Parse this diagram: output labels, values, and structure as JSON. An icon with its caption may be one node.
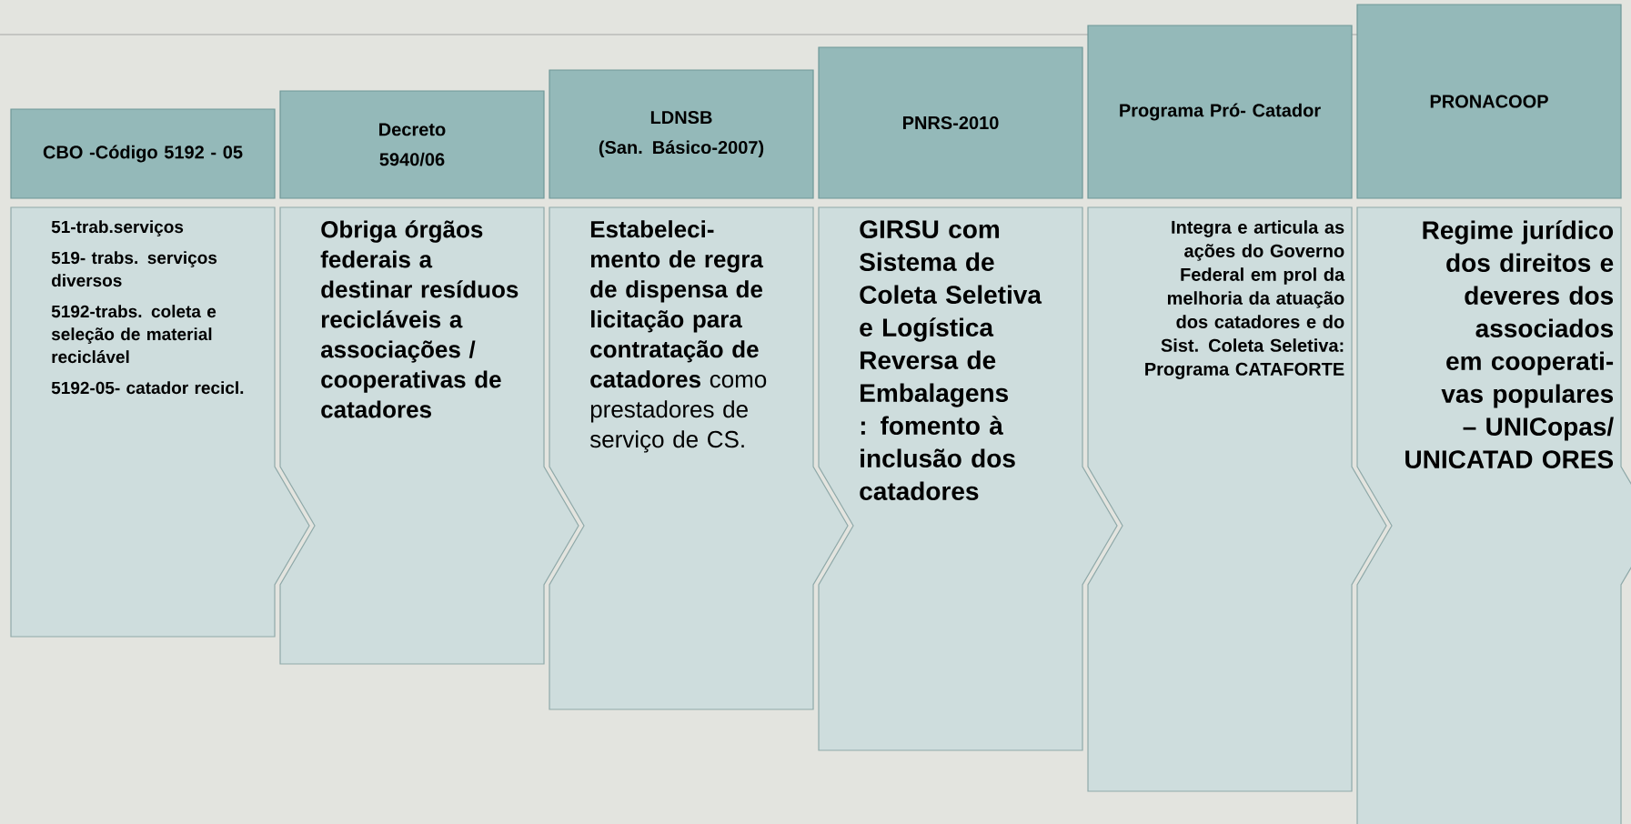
{
  "diagram": {
    "nodes": [
      {
        "text": [
          "CBO -Código 5192 - 05"
        ]
      },
      {
        "text": [
          "51-trab.serviços",
          "519- trabs. serviços diversos",
          "5192-trabs. coleta e seleção de material reciclável",
          "5192-05- catador recicl."
        ]
      },
      {
        "text": [
          "Decreto",
          "5940/06"
        ]
      },
      {
        "text": [
          "Obriga órgãos federais a destinar resíduos recicláveis a associações / cooperativas de catadores"
        ]
      },
      {
        "text": [
          "LDNSB",
          "(San. Básico-2007)"
        ]
      },
      {
        "text": [
          "**Estabeleci-mento de regra de dispensa de licitação para contratação de catadores** como prestadores de serviço de CS."
        ]
      },
      {
        "text": [
          "PNRS-2010"
        ]
      },
      {
        "text": [
          "GIRSU com Sistema de Coleta Seletiva e Logística Reversa de Embalagens : fomento à inclusão dos catadores"
        ]
      },
      {
        "text": [
          "Programa Pró- Catador"
        ]
      },
      {
        "text": [
          "Integra e articula as ações do Governo Federal em prol da melhoria da atuação dos catadores e do Sist. Coleta Seletiva: **Programa CATAFORTE**"
        ]
      },
      {
        "text": [
          "PRONACOOP"
        ]
      },
      {
        "text": [
          "Regime jurídico dos direitos e deveres dos associados em cooperati-vas populares – UNICopas/ UNICATAD ORES"
        ]
      }
    ]
  }
}
